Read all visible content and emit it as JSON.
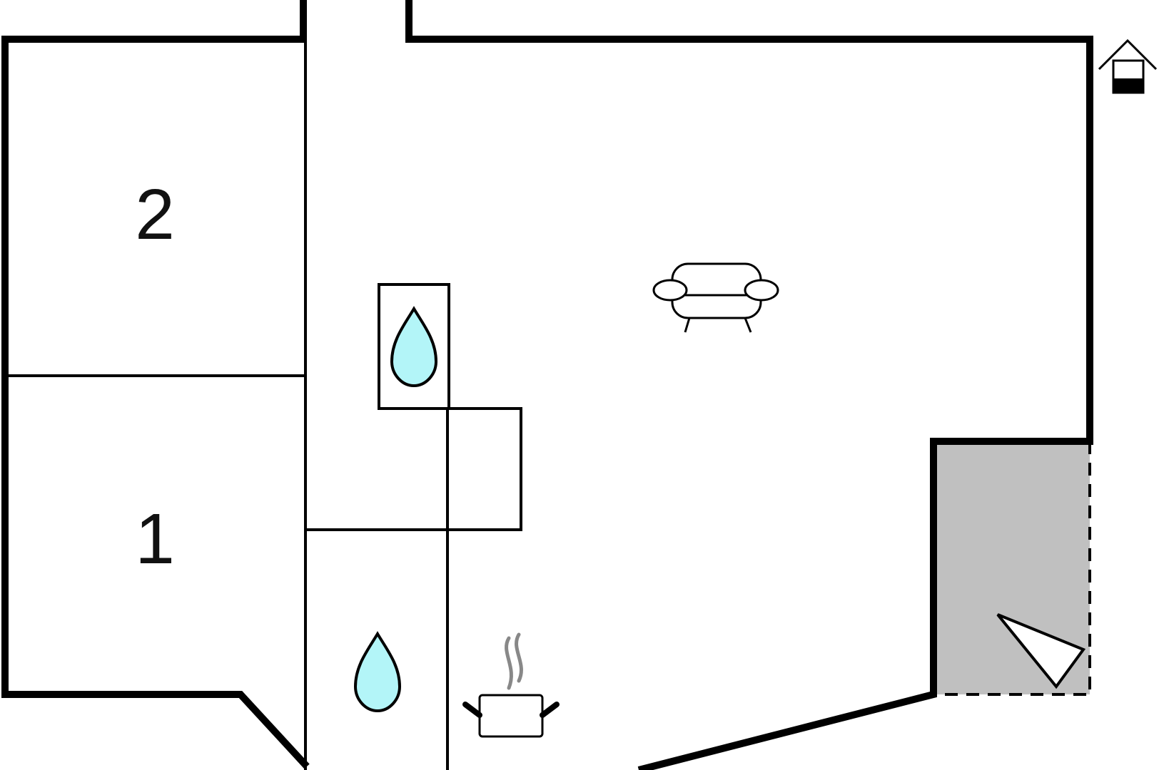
{
  "floorplan": {
    "rooms": [
      {
        "id": "bedroom-2",
        "label": "2"
      },
      {
        "id": "bedroom-1",
        "label": "1"
      }
    ],
    "icons": [
      "water-drop-icon",
      "water-drop-icon",
      "sofa-icon",
      "cooking-pot-icon",
      "house-entrance-icon",
      "terrace-flag-icon"
    ],
    "colors": {
      "wall": "#000000",
      "water": "#b3f5f8",
      "terrace": "#c0c0c0",
      "steam": "#888888",
      "background": "#ffffff"
    }
  }
}
